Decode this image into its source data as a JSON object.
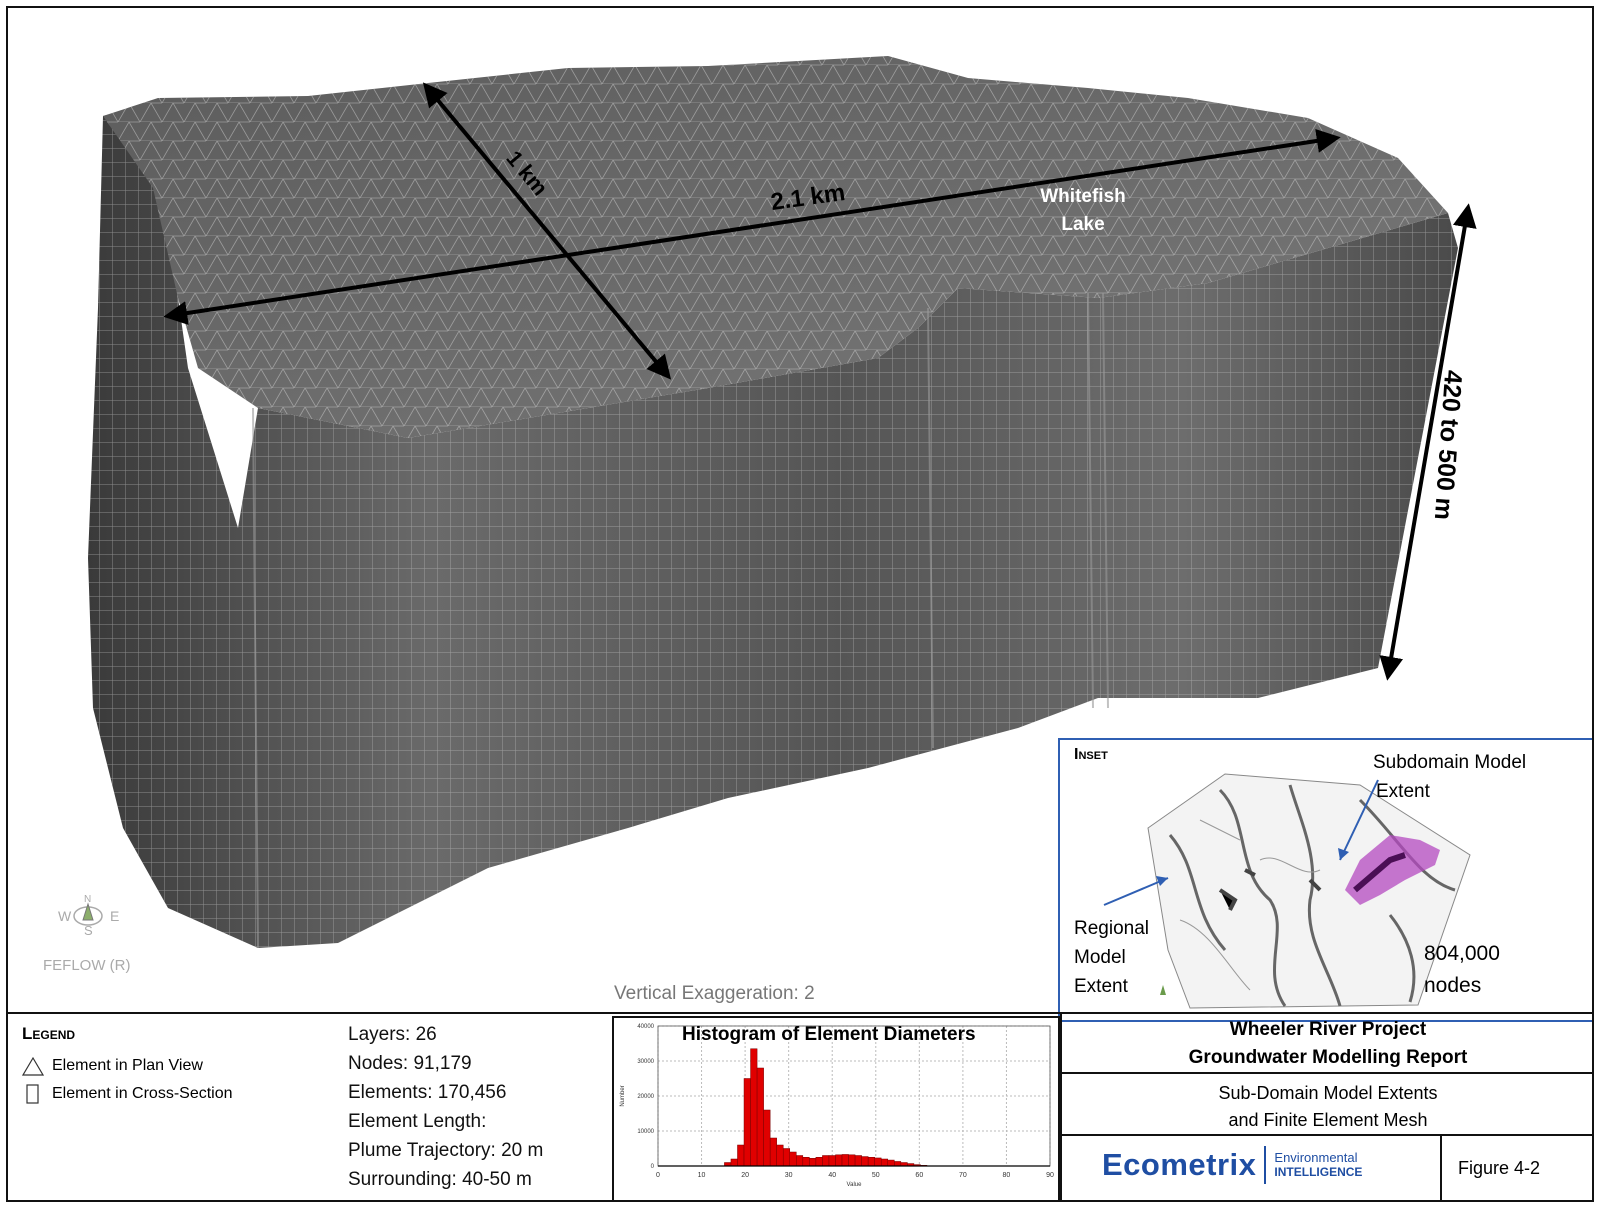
{
  "figure": {
    "dimension_width": "2.1 km",
    "dimension_depth": "1 km",
    "dimension_height": "420 to 500 m",
    "lake_label_line1": "Whitefish",
    "lake_label_line2": "Lake",
    "vertical_exaggeration": "Vertical Exaggeration: 2",
    "software_label": "FEFLOW (R)",
    "compass": {
      "w": "W",
      "e": "E",
      "n": "N",
      "s": "S"
    }
  },
  "inset": {
    "title": "Inset",
    "subdomain_label_line1": "Subdomain Model",
    "subdomain_label_line2": "Extent",
    "regional_label_line1": "Regional",
    "regional_label_line2": "Model",
    "regional_label_line3": "Extent",
    "nodes_count": "804,000",
    "nodes_label": "nodes",
    "colors": {
      "subdomain": "#b44ac0",
      "border": "#2f5fb3"
    }
  },
  "legend": {
    "title": "Legend",
    "items": [
      {
        "icon": "triangle-icon",
        "label": "Element in Plan View"
      },
      {
        "icon": "rectangle-icon",
        "label": "Element in Cross-Section"
      }
    ]
  },
  "stats": {
    "layers": "Layers: 26",
    "nodes": "Nodes: 91,179",
    "elements": "Elements: 170,456",
    "element_length": "Element Length:",
    "plume": "Plume Trajectory: 20 m",
    "surrounding": "Surrounding: 40-50 m"
  },
  "chart_data": {
    "type": "bar",
    "title": "Histogram of Element Diameters",
    "xlabel": "Value",
    "ylabel": "Number",
    "xlim": [
      0,
      90
    ],
    "ylim": [
      0,
      40000
    ],
    "x_ticks": [
      "0",
      "10",
      "20",
      "30",
      "40",
      "50",
      "60",
      "70",
      "80",
      "90"
    ],
    "y_ticks": [
      "0",
      "10000",
      "20000",
      "30000",
      "40000"
    ],
    "bin_width": 1.5,
    "bins": [
      {
        "x": 16,
        "v": 1000
      },
      {
        "x": 17.5,
        "v": 2000
      },
      {
        "x": 19,
        "v": 6000
      },
      {
        "x": 20.5,
        "v": 25000
      },
      {
        "x": 22,
        "v": 33500
      },
      {
        "x": 23.5,
        "v": 28000
      },
      {
        "x": 25,
        "v": 16000
      },
      {
        "x": 26.5,
        "v": 8000
      },
      {
        "x": 28,
        "v": 6000
      },
      {
        "x": 29.5,
        "v": 5000
      },
      {
        "x": 31,
        "v": 4000
      },
      {
        "x": 32.5,
        "v": 3000
      },
      {
        "x": 34,
        "v": 2500
      },
      {
        "x": 35.5,
        "v": 2200
      },
      {
        "x": 37,
        "v": 2500
      },
      {
        "x": 38.5,
        "v": 3000
      },
      {
        "x": 40,
        "v": 3000
      },
      {
        "x": 41.5,
        "v": 3200
      },
      {
        "x": 43,
        "v": 3300
      },
      {
        "x": 44.5,
        "v": 3200
      },
      {
        "x": 46,
        "v": 3000
      },
      {
        "x": 47.5,
        "v": 2700
      },
      {
        "x": 49,
        "v": 2500
      },
      {
        "x": 50.5,
        "v": 2300
      },
      {
        "x": 52,
        "v": 2000
      },
      {
        "x": 53.5,
        "v": 1700
      },
      {
        "x": 55,
        "v": 1300
      },
      {
        "x": 56.5,
        "v": 1000
      },
      {
        "x": 58,
        "v": 700
      },
      {
        "x": 59.5,
        "v": 400
      },
      {
        "x": 61,
        "v": 200
      }
    ],
    "color": "#e00000"
  },
  "title_block": {
    "project_line1": "Wheeler River Project",
    "project_line2": "Groundwater Modelling Report",
    "subtitle_line1": "Sub-Domain Model Extents",
    "subtitle_line2": "and Finite Element Mesh",
    "logo_text": "Ecometrix",
    "logo_tag_line1": "Environmental",
    "logo_tag_line2": "INTELLIGENCE",
    "figure_number": "Figure 4-2",
    "colors": {
      "logo": "#1f4ea3"
    }
  }
}
